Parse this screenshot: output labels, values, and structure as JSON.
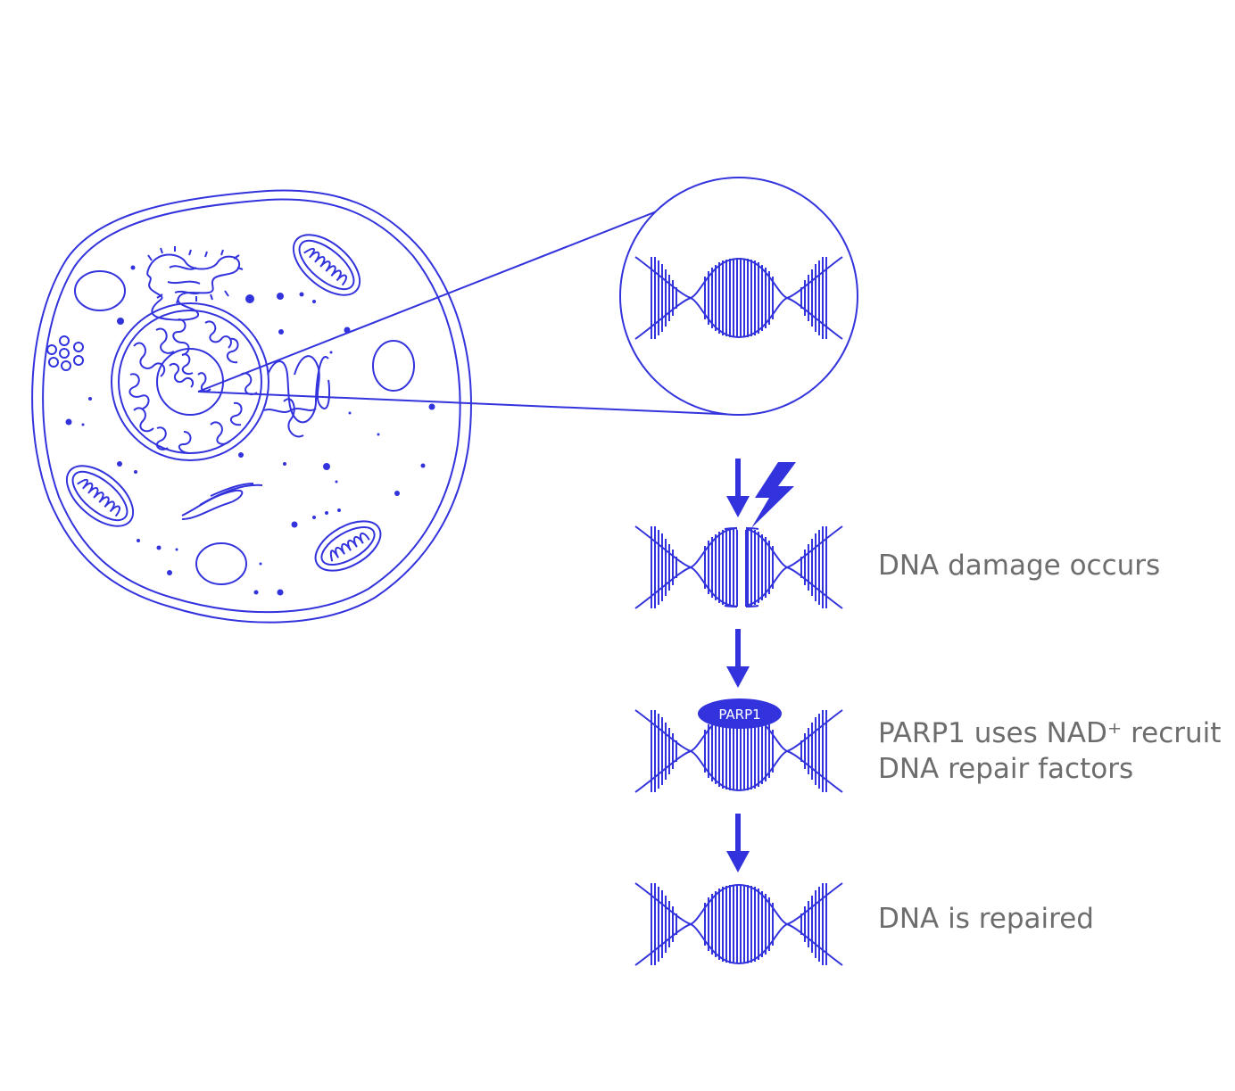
{
  "colors": {
    "primary": "#3333dd",
    "label_text": "#6d6d6d",
    "background": "#ffffff"
  },
  "icons": {
    "cell": "cell-icon",
    "magnifier": "zoom-circle-icon",
    "damage": "lightning-bolt-icon",
    "arrow": "arrow-down-icon",
    "dna": "dna-helix-icon"
  },
  "enzyme": {
    "label": "PARP1"
  },
  "steps": [
    {
      "lines": [
        "DNA damage occurs"
      ]
    },
    {
      "lines": [
        "PARP1 uses NAD⁺ recruit",
        "DNA repair factors"
      ]
    },
    {
      "lines": [
        "DNA is repaired"
      ]
    }
  ]
}
